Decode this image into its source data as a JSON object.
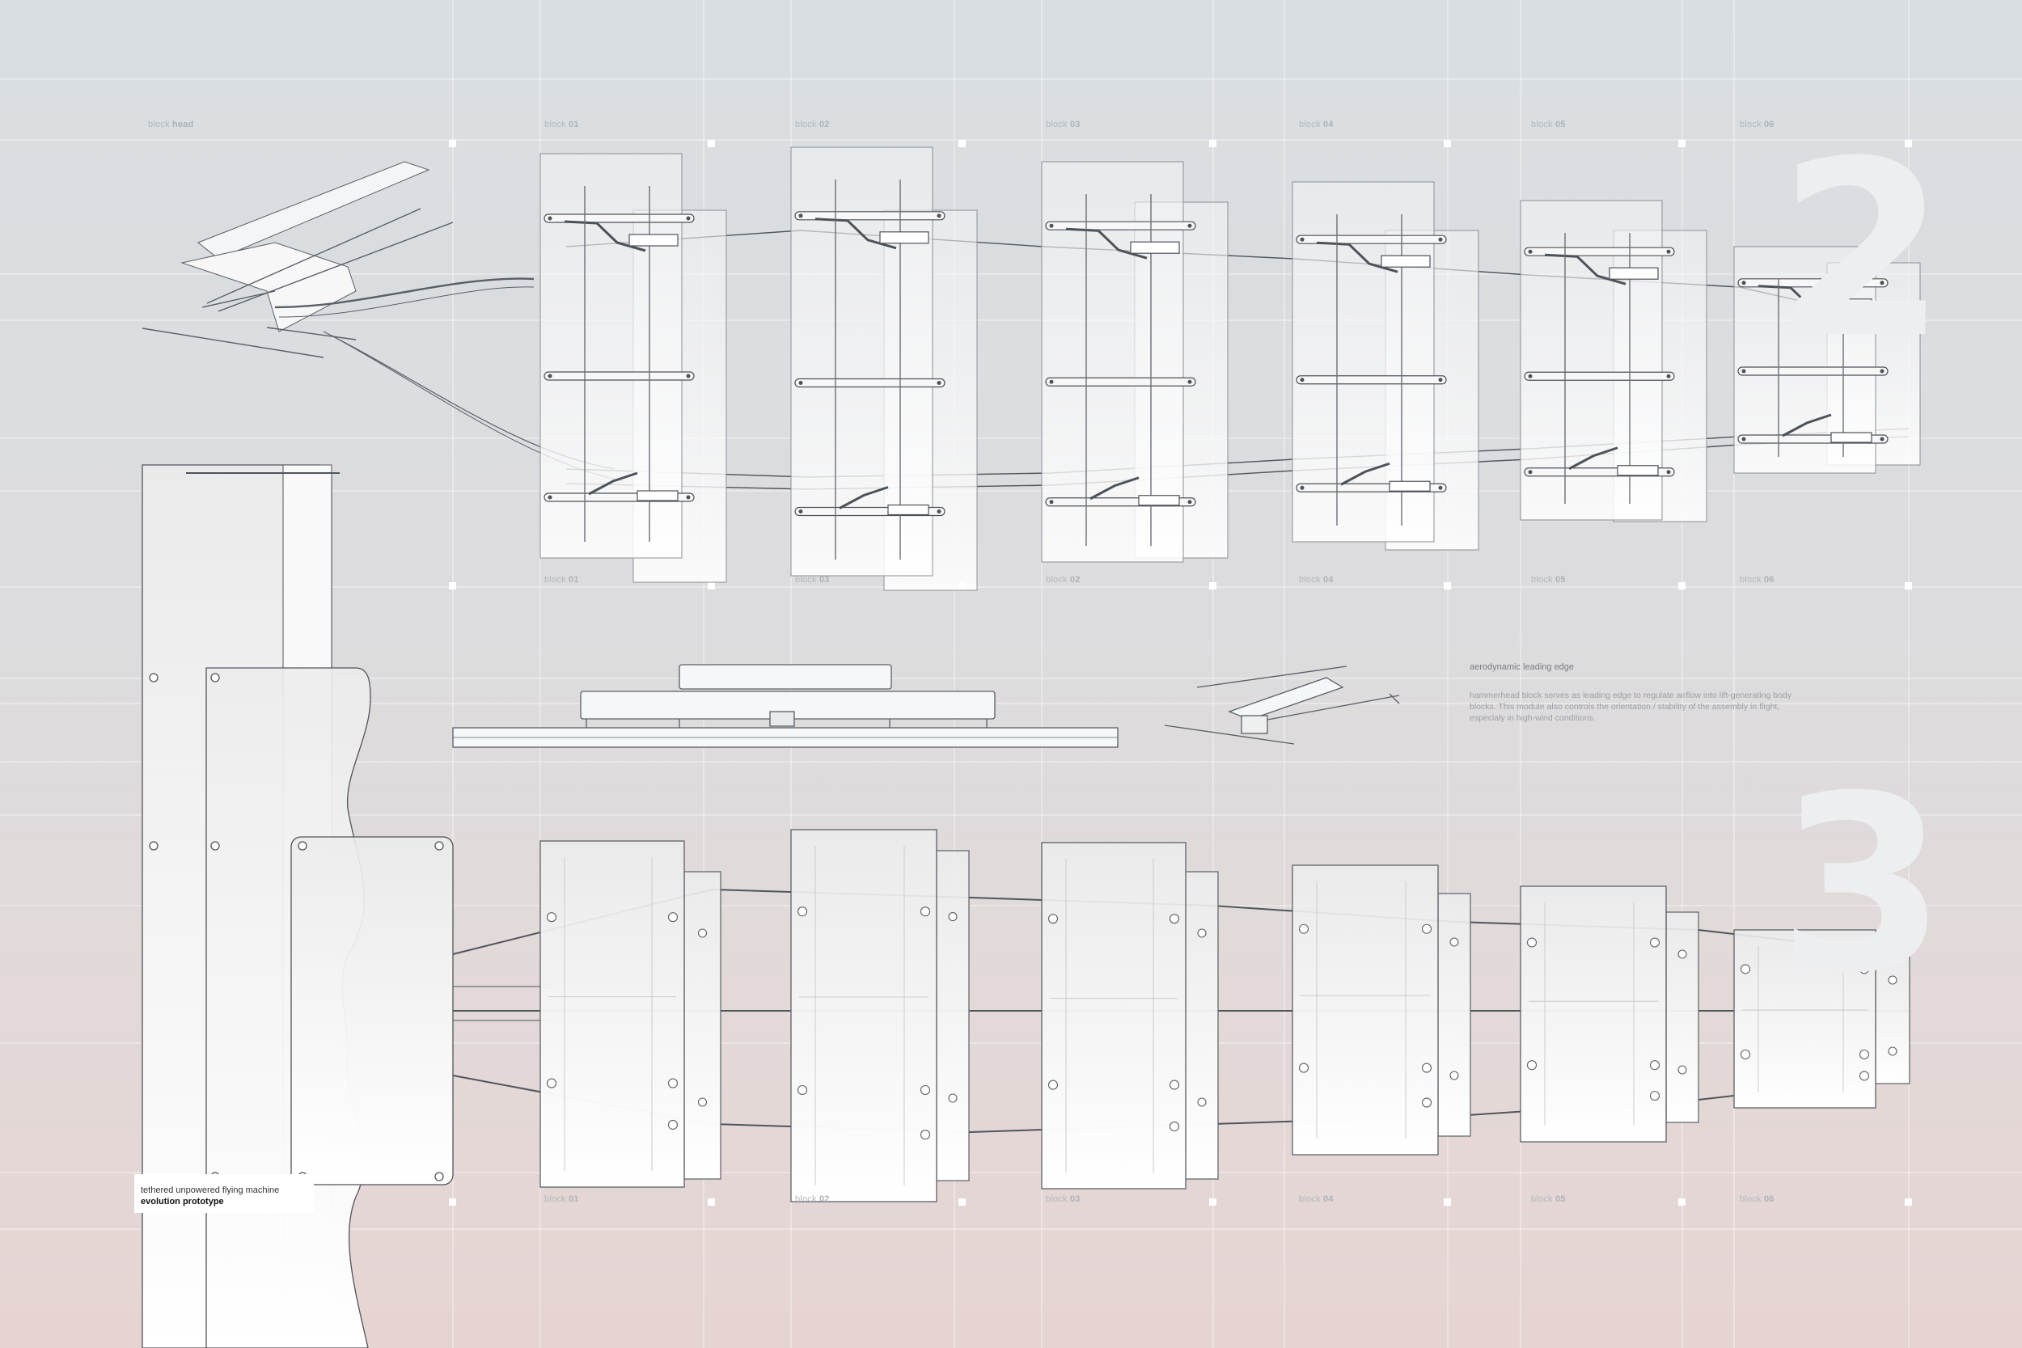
{
  "block_labels_top": [
    {
      "prefix": "block",
      "id": "head"
    },
    {
      "prefix": "block",
      "id": "01"
    },
    {
      "prefix": "block",
      "id": "02"
    },
    {
      "prefix": "block",
      "id": "03"
    },
    {
      "prefix": "block",
      "id": "04"
    },
    {
      "prefix": "block",
      "id": "05"
    },
    {
      "prefix": "block",
      "id": "06"
    }
  ],
  "block_labels_mid": [
    {
      "prefix": "block",
      "id": "01"
    },
    {
      "prefix": "block",
      "id": "02"
    },
    {
      "prefix": "block",
      "id": "03"
    },
    {
      "prefix": "block",
      "id": "04"
    },
    {
      "prefix": "block",
      "id": "05"
    },
    {
      "prefix": "block",
      "id": "06"
    }
  ],
  "block_labels_bottom": [
    {
      "prefix": "block",
      "id": "01"
    },
    {
      "prefix": "block",
      "id": "02"
    },
    {
      "prefix": "block",
      "id": "03"
    },
    {
      "prefix": "block",
      "id": "04"
    },
    {
      "prefix": "block",
      "id": "05"
    },
    {
      "prefix": "block",
      "id": "06"
    }
  ],
  "section_numbers": {
    "upper": "2",
    "lower": "3"
  },
  "note": {
    "title": "aerodynamic leading edge",
    "body": "hammerhead block serves as leading edge to regulate airflow into lift-generating body blocks. This module also controls the orientation / stability of the assembly in flight, especialy in high-wind conditions."
  },
  "caption": {
    "line1": "tethered unpowered flying machine",
    "line2": "evolution prototype"
  },
  "colors": {
    "panel": "#ffffff",
    "line": "#555a60",
    "grid": "#ffffff"
  }
}
